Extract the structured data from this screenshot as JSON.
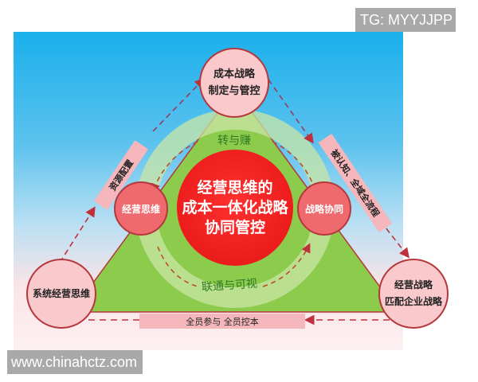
{
  "watermarks": {
    "top_right": "TG: MYYJJPP",
    "bottom_left": "www.chinahctz.com"
  },
  "diagram": {
    "center": {
      "line1": "经营思维的",
      "line2": "成本一体化战略",
      "line3": "协同管控"
    },
    "corners": {
      "top": {
        "line1": "成本战略",
        "line2": "制定与管控"
      },
      "bottom_left": {
        "line1": "系统经营思维"
      },
      "bottom_right": {
        "line1": "经营战略",
        "line2": "匹配企业战略"
      }
    },
    "inner_nodes": {
      "left": "经营思维",
      "right": "战略协同"
    },
    "arc_labels": {
      "top": "转与赚",
      "bottom": "联通与可视"
    },
    "banners": {
      "left": "资源配置",
      "right": "被认知、全域全流程",
      "bottom": "全员参与  全员控本"
    },
    "colors": {
      "sky_top": "#1ab0ec",
      "triangle_green": "#8dcb4c",
      "center_red": "#ec1c1c",
      "node_pink": "#f9c9cc",
      "node_border": "#b5373b",
      "arrow_red": "#c0303a"
    }
  }
}
